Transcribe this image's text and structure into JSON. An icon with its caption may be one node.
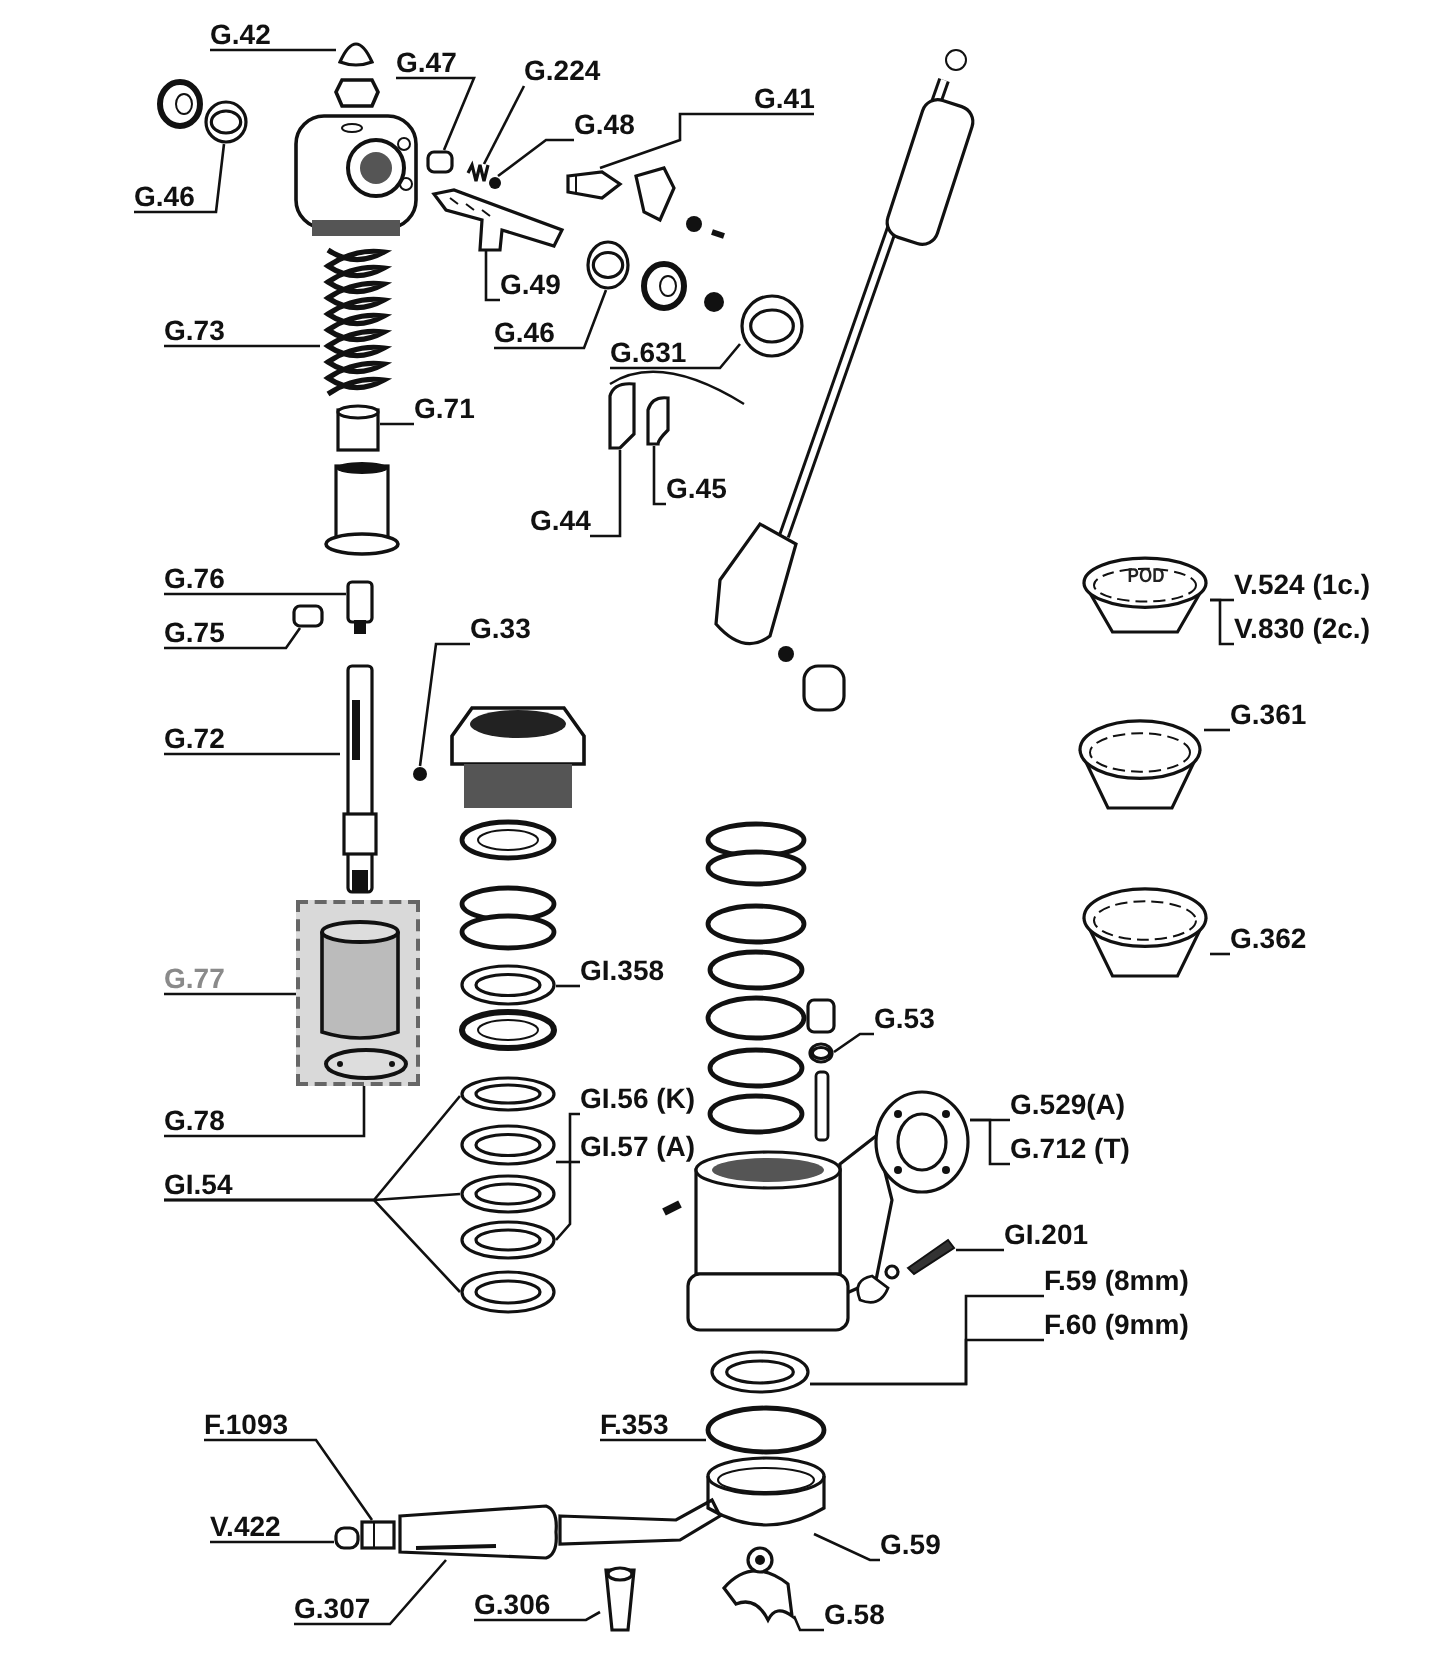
{
  "diagram": {
    "nodes": [
      {
        "text": [
          "G.42"
        ]
      },
      {
        "text": [],
        "shape": "cone"
      },
      {
        "text": [
          "G.47"
        ]
      },
      {
        "text": [],
        "shape": "box"
      },
      {
        "text": [
          "G.224"
        ]
      },
      {
        "text": [],
        "shape": "picture"
      },
      {
        "text": [
          "G.41"
        ]
      },
      {
        "text": [],
        "shape": "picture"
      },
      {
        "text": [
          "G.48"
        ]
      },
      {
        "text": [],
        "shape": "circle"
      },
      {
        "text": [
          "G.46"
        ]
      },
      {
        "text": [],
        "shape": "picture"
      },
      {
        "text": [
          "G.49"
        ]
      },
      {
        "text": [],
        "shape": "picture"
      },
      {
        "text": [
          "G.46"
        ]
      },
      {
        "text": [],
        "shape": "picture"
      },
      {
        "text": [
          "G.73"
        ]
      },
      {
        "text": [],
        "shape": "picture"
      },
      {
        "text": [
          "G.631"
        ]
      },
      {
        "text": [],
        "shape": "picture"
      },
      {
        "text": [
          "G.71"
        ]
      },
      {
        "text": [],
        "shape": "cylinder"
      },
      {
        "text": [
          "G.44"
        ]
      },
      {
        "text": [],
        "shape": "bar"
      },
      {
        "text": [
          "G.45"
        ]
      },
      {
        "text": [],
        "shape": "bar"
      },
      {
        "text": [
          "V.524 (1c.)"
        ]
      },
      {
        "text": [
          "V.830 (2c.)"
        ]
      },
      {
        "text": [
          "POD"
        ]
      },
      {
        "text": [
          "G.76"
        ]
      },
      {
        "text": [],
        "shape": "box"
      },
      {
        "text": [
          "G.75"
        ]
      },
      {
        "text": [],
        "shape": "box"
      },
      {
        "text": [
          "G.33"
        ]
      },
      {
        "text": [],
        "shape": "circle"
      },
      {
        "text": [
          "G.72"
        ]
      },
      {
        "text": [],
        "shape": "picture"
      },
      {
        "text": [
          "G.361"
        ]
      },
      {
        "text": [],
        "shape": "picture"
      },
      {
        "text": [
          "GI.358"
        ]
      },
      {
        "text": [],
        "shape": "picture"
      },
      {
        "text": [
          "G.362"
        ]
      },
      {
        "text": [],
        "shape": "picture"
      },
      {
        "text": [
          "G.77"
        ]
      },
      {
        "text": [],
        "shape": "box"
      },
      {
        "text": [],
        "shape": "picture",
        "in": 44
      },
      {
        "text": [
          "G.53"
        ]
      },
      {
        "text": [],
        "shape": "picture"
      },
      {
        "text": [
          "G.529(A)"
        ]
      },
      {
        "text": [
          "G.712 (T)"
        ]
      },
      {
        "text": [],
        "shape": "picture"
      },
      {
        "text": [
          "GI.56 (K)"
        ]
      },
      {
        "text": [
          "GI.57 (A)"
        ]
      },
      {
        "text": [
          "GI.54"
        ]
      },
      {
        "text": [],
        "shape": "picture"
      },
      {
        "text": [],
        "shape": "picture"
      },
      {
        "text": [],
        "shape": "picture"
      },
      {
        "text": [],
        "shape": "picture"
      },
      {
        "text": [],
        "shape": "picture"
      },
      {
        "text": [
          "G.78"
        ]
      },
      {
        "text": [
          "GI.201"
        ]
      },
      {
        "text": [],
        "shape": "picture"
      },
      {
        "text": [
          "F.59 (8mm)"
        ]
      },
      {
        "text": [
          "F.60 (9mm)"
        ]
      },
      {
        "text": [],
        "shape": "picture"
      },
      {
        "text": [
          "F.1093"
        ]
      },
      {
        "text": [
          "F.353"
        ]
      },
      {
        "text": [],
        "shape": "circle"
      },
      {
        "text": [
          "V.422"
        ]
      },
      {
        "text": [],
        "shape": "box"
      },
      {
        "text": [],
        "shape": "box"
      },
      {
        "text": [],
        "shape": "picture"
      },
      {
        "text": [
          "G.59"
        ]
      },
      {
        "text": [
          "G.307"
        ]
      },
      {
        "text": [],
        "shape": "picture"
      },
      {
        "text": [
          "G.306"
        ]
      },
      {
        "text": [],
        "shape": "picture"
      },
      {
        "text": [
          "G.58"
        ]
      },
      {
        "text": [],
        "shape": "picture"
      }
    ],
    "edges": [
      {
        "from": 0,
        "to": 1,
        "arrow": "none"
      },
      {
        "from": 2,
        "to": 3,
        "arrow": "none"
      },
      {
        "from": 4,
        "to": 5,
        "arrow": "none"
      },
      {
        "from": 6,
        "to": 7,
        "arrow": "none"
      },
      {
        "from": 8,
        "to": 9,
        "arrow": "none"
      },
      {
        "from": 10,
        "to": 11,
        "arrow": "none"
      },
      {
        "from": 12,
        "to": 13,
        "arrow": "none"
      },
      {
        "from": 14,
        "to": 15,
        "arrow": "none"
      },
      {
        "from": 16,
        "to": 17,
        "arrow": "none"
      },
      {
        "from": 18,
        "to": 19,
        "arrow": "none"
      },
      {
        "from": 20,
        "to": 21,
        "arrow": "none"
      },
      {
        "from": 22,
        "to": 23,
        "arrow": "none"
      },
      {
        "from": 24,
        "to": 25,
        "arrow": "none"
      },
      {
        "from": 26,
        "to": 28,
        "arrow": "none"
      },
      {
        "from": 27,
        "to": 28,
        "arrow": "none"
      },
      {
        "from": 29,
        "to": 30,
        "arrow": "none"
      },
      {
        "from": 31,
        "to": 32,
        "arrow": "none"
      },
      {
        "from": 33,
        "to": 34,
        "arrow": "none"
      },
      {
        "from": 35,
        "to": 36,
        "arrow": "none"
      },
      {
        "from": 37,
        "to": 38,
        "arrow": "none"
      },
      {
        "from": 39,
        "to": 40,
        "arrow": "none"
      },
      {
        "from": 41,
        "to": 42,
        "arrow": "none"
      },
      {
        "from": 43,
        "to": 44,
        "arrow": "none"
      },
      {
        "from": 46,
        "to": 47,
        "arrow": "none"
      },
      {
        "from": 48,
        "to": 50,
        "arrow": "none"
      },
      {
        "from": 49,
        "to": 50,
        "arrow": "none"
      },
      {
        "from": 51,
        "to": 57,
        "arrow": "none"
      },
      {
        "from": 52,
        "to": 55,
        "arrow": "none"
      },
      {
        "from": 53,
        "to": 54,
        "arrow": "none"
      },
      {
        "from": 53,
        "to": 56,
        "arrow": "none"
      },
      {
        "from": 53,
        "to": 58,
        "arrow": "none"
      },
      {
        "from": 59,
        "to": 45,
        "arrow": "none"
      },
      {
        "from": 60,
        "to": 61,
        "arrow": "none"
      },
      {
        "from": 62,
        "to": 64,
        "arrow": "none"
      },
      {
        "from": 63,
        "to": 64,
        "arrow": "none"
      },
      {
        "from": 65,
        "to": 70,
        "arrow": "none"
      },
      {
        "from": 66,
        "to": 67,
        "arrow": "none"
      },
      {
        "from": 68,
        "to": 69,
        "arrow": "none"
      },
      {
        "from": 72,
        "to": 71,
        "arrow": "none"
      },
      {
        "from": 73,
        "to": 74,
        "arrow": "none"
      },
      {
        "from": 75,
        "to": 76,
        "arrow": "none"
      },
      {
        "from": 77,
        "to": 78,
        "arrow": "none"
      }
    ]
  }
}
